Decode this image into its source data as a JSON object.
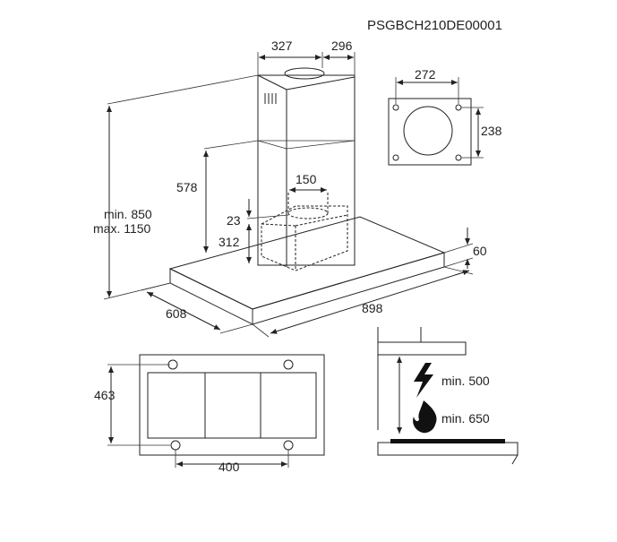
{
  "product_code": "PSGBCH210DE00001",
  "hood_view": {
    "chimney_width": "327",
    "chimney_depth": "296",
    "chimney_height": "578",
    "outlet_diameter": "150",
    "offset": "23",
    "motor_height": "312",
    "total_height_min": "min. 850",
    "total_height_max": "max. 1150",
    "canopy_thickness": "60",
    "canopy_depth": "608",
    "canopy_width": "898"
  },
  "bracket_view": {
    "width": "272",
    "height": "238"
  },
  "underside_view": {
    "depth": "463",
    "hole_spacing": "400"
  },
  "clearance_view": {
    "electric_min": "min. 500",
    "gas_min": "min. 650"
  },
  "colors": {
    "line": "#222222",
    "gas_flame": "#111111"
  }
}
